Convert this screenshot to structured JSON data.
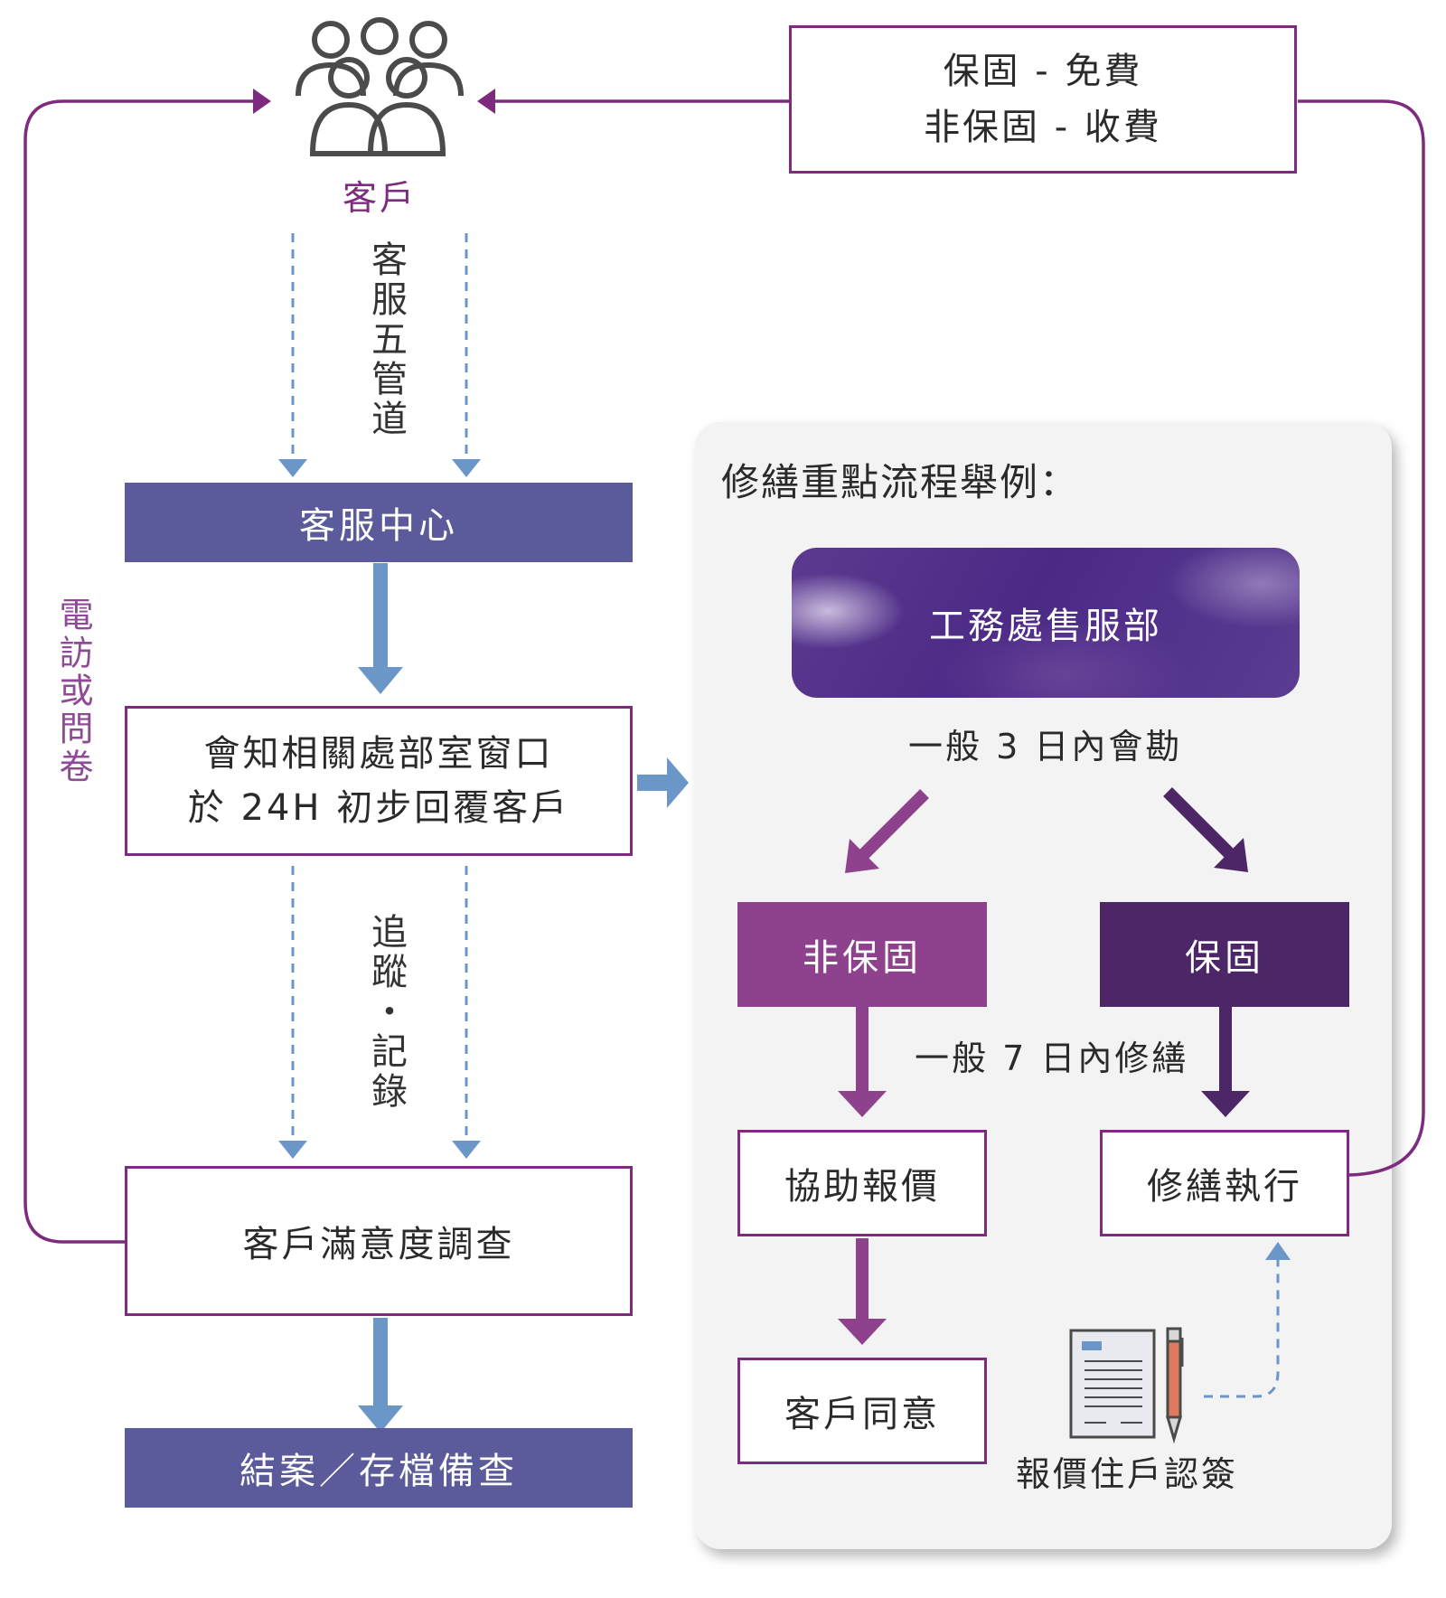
{
  "customer": {
    "label": "客戶"
  },
  "warranty_policy": {
    "line1": "保固 - 免費",
    "line2": "非保固 - 收費"
  },
  "left_flow": {
    "channels_label": "客服五管道",
    "service_center": "客服中心",
    "notify_line1": "會知相關處部室窗口",
    "notify_line2": "於 24H 初步回覆客戶",
    "tracking_label": "追蹤・記錄",
    "survey": "客戶滿意度調查",
    "close_case": "結案／存檔備查",
    "feedback_label": "電訪或問卷"
  },
  "repair_panel": {
    "title": "修繕重點流程舉例：",
    "department": "工務處售服部",
    "inspection_note": "一般 3 日內會勘",
    "non_warranty": "非保固",
    "warranty": "保固",
    "repair_note": "一般 7 日內修繕",
    "quote": "協助報價",
    "customer_agree": "客戶同意",
    "repair_execute": "修繕執行",
    "quote_sign": "報價住戶認簽"
  },
  "colors": {
    "purple_line": "#7c2b7f",
    "blue_box": "#5b5b9c",
    "blue_arrow": "#6b96c8",
    "non_warranty": "#8e428e",
    "warranty": "#4d2667"
  }
}
